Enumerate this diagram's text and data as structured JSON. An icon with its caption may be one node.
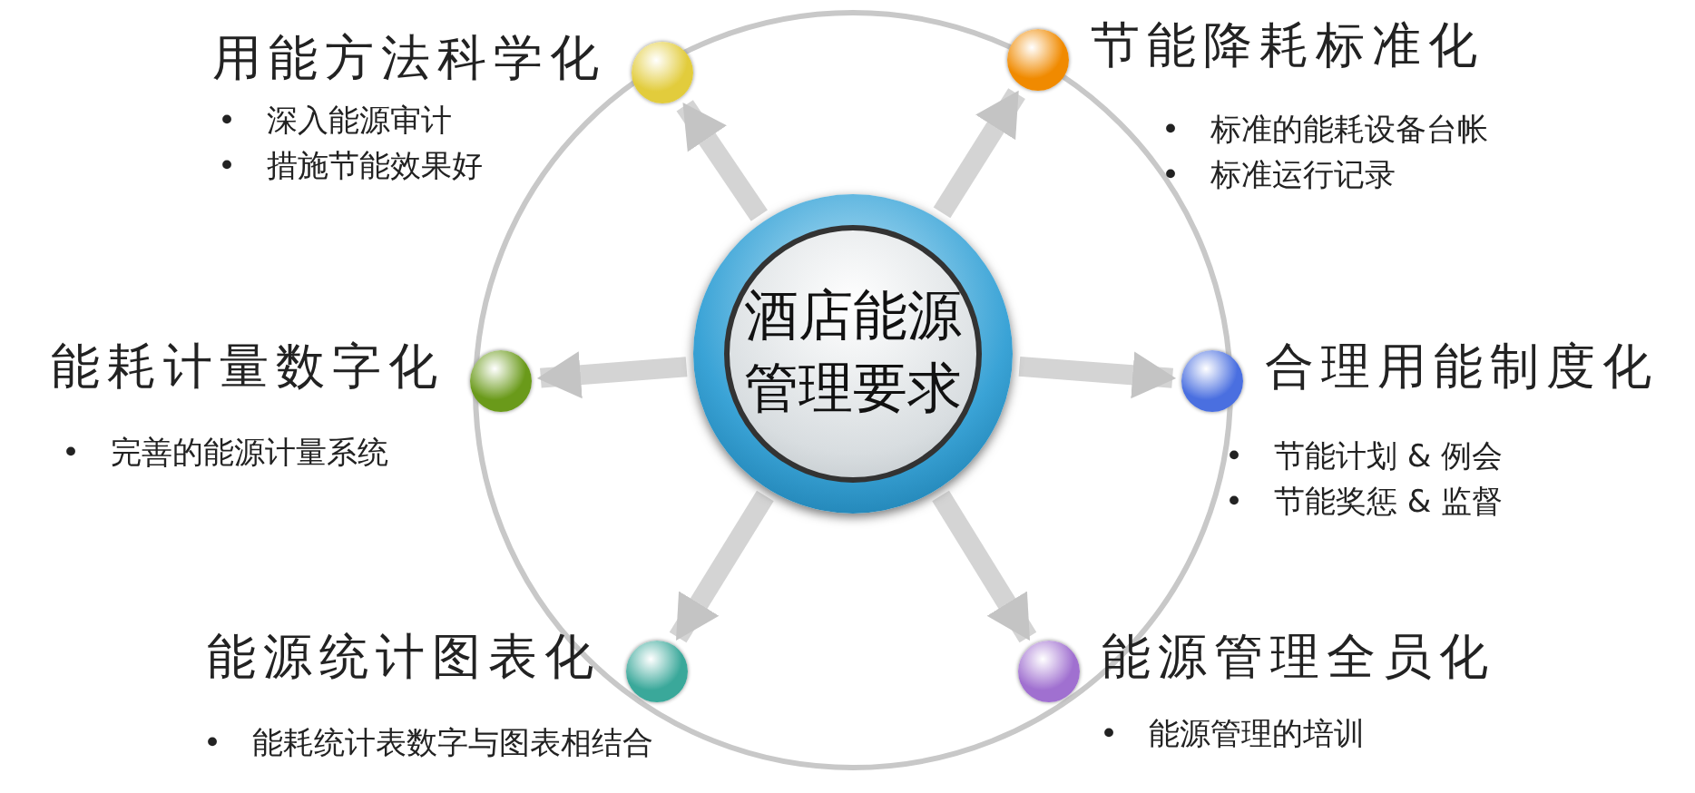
{
  "diagram": {
    "nodes": [
      {
        "text": [
          "酒店能源管理要求"
        ]
      },
      {
        "text": [
          "用能方法科学化"
        ],
        "beside": [
          "•　深入能源审计",
          "•　措施节能效果好"
        ]
      },
      {
        "text": [
          "节能降耗标准化"
        ],
        "beside": [
          "•　标准的能耗设备台帐",
          "•　标准运行记录"
        ]
      },
      {
        "text": [
          "能耗计量数字化"
        ],
        "beside": [
          "•　完善的能源计量系统"
        ]
      },
      {
        "text": [
          "合理用能制度化"
        ],
        "beside": [
          "•　节能计划 & 例会",
          "•　节能奖惩 & 监督"
        ]
      },
      {
        "text": [
          "能源统计图表化"
        ],
        "beside": [
          "•　能耗统计表数字与图表相结合"
        ]
      },
      {
        "text": [
          "能源管理全员化"
        ],
        "beside": [
          "•　能源管理的培训"
        ]
      }
    ],
    "edges": [
      {
        "from": 0,
        "to": 1,
        "arrow": "to"
      },
      {
        "from": 0,
        "to": 2,
        "arrow": "to"
      },
      {
        "from": 0,
        "to": 3,
        "arrow": "to"
      },
      {
        "from": 0,
        "to": 4,
        "arrow": "to"
      },
      {
        "from": 0,
        "to": 5,
        "arrow": "to"
      },
      {
        "from": 0,
        "to": 6,
        "arrow": "to"
      }
    ]
  }
}
